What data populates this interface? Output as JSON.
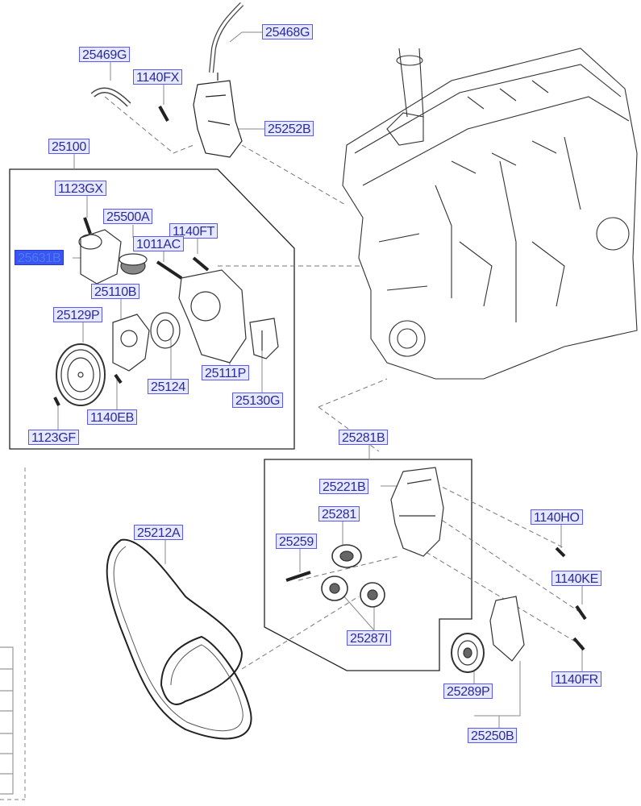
{
  "diagram": {
    "highlight_color": "#3b55f2",
    "label_border_color": "#5a5aee",
    "parts": [
      {
        "id": "25468G",
        "highlighted": false
      },
      {
        "id": "25469G",
        "highlighted": false
      },
      {
        "id": "1140FX",
        "highlighted": false
      },
      {
        "id": "25252B",
        "highlighted": false
      },
      {
        "id": "25100",
        "highlighted": false
      },
      {
        "id": "1123GX",
        "highlighted": false
      },
      {
        "id": "25500A",
        "highlighted": false
      },
      {
        "id": "1140FT",
        "highlighted": false
      },
      {
        "id": "25631B",
        "highlighted": true
      },
      {
        "id": "1011AC",
        "highlighted": false
      },
      {
        "id": "25110B",
        "highlighted": false
      },
      {
        "id": "25129P",
        "highlighted": false
      },
      {
        "id": "25124",
        "highlighted": false
      },
      {
        "id": "25111P",
        "highlighted": false
      },
      {
        "id": "25130G",
        "highlighted": false
      },
      {
        "id": "1140EB",
        "highlighted": false
      },
      {
        "id": "1123GF",
        "highlighted": false
      },
      {
        "id": "25281B",
        "highlighted": false
      },
      {
        "id": "25221B",
        "highlighted": false
      },
      {
        "id": "25281",
        "highlighted": false
      },
      {
        "id": "25259",
        "highlighted": false
      },
      {
        "id": "1140HO",
        "highlighted": false
      },
      {
        "id": "1140KE",
        "highlighted": false
      },
      {
        "id": "25287I",
        "highlighted": false
      },
      {
        "id": "25212A",
        "highlighted": false
      },
      {
        "id": "25289P",
        "highlighted": false
      },
      {
        "id": "1140FR",
        "highlighted": false
      },
      {
        "id": "25250B",
        "highlighted": false
      }
    ]
  }
}
